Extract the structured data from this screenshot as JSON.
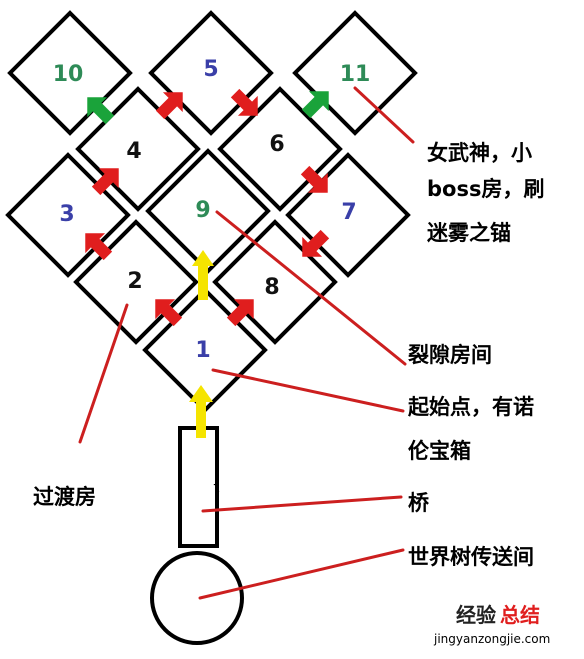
{
  "colors": {
    "outline": "#000000",
    "blue_number": "#3a3fa8",
    "green_number": "#2e8b57",
    "dark_number": "#111111",
    "red_arrow": "#e01e1e",
    "green_arrow": "#1aa33a",
    "yellow_arrow": "#f5e400",
    "leader_line": "#cc1f1f"
  },
  "rooms": [
    {
      "id": "1",
      "label": "1",
      "color": "blue_number"
    },
    {
      "id": "2",
      "label": "2",
      "color": "dark_number"
    },
    {
      "id": "3",
      "label": "3",
      "color": "blue_number"
    },
    {
      "id": "4",
      "label": "4",
      "color": "dark_number"
    },
    {
      "id": "5",
      "label": "5",
      "color": "blue_number"
    },
    {
      "id": "6",
      "label": "6",
      "color": "dark_number"
    },
    {
      "id": "7",
      "label": "7",
      "color": "blue_number"
    },
    {
      "id": "8",
      "label": "8",
      "color": "dark_number"
    },
    {
      "id": "9",
      "label": "9",
      "color": "green_number"
    },
    {
      "id": "10",
      "label": "10",
      "color": "green_number"
    },
    {
      "id": "11",
      "label": "11",
      "color": "green_number"
    }
  ],
  "annotations": {
    "valkyrie_line1": "女武神，小",
    "valkyrie_line2": "boss房，刷",
    "valkyrie_line3": "迷雾之锚",
    "rift_room": "裂隙房间",
    "start_line1": "起始点，有诺",
    "start_line2": "伦宝箱",
    "transition_room": "过渡房",
    "bridge": "桥",
    "world_tree_portal": "世界树传送间"
  },
  "watermark": {
    "brand_part1": "经验",
    "brand_part2": "总结",
    "url": "jingyanzongjie.com"
  }
}
